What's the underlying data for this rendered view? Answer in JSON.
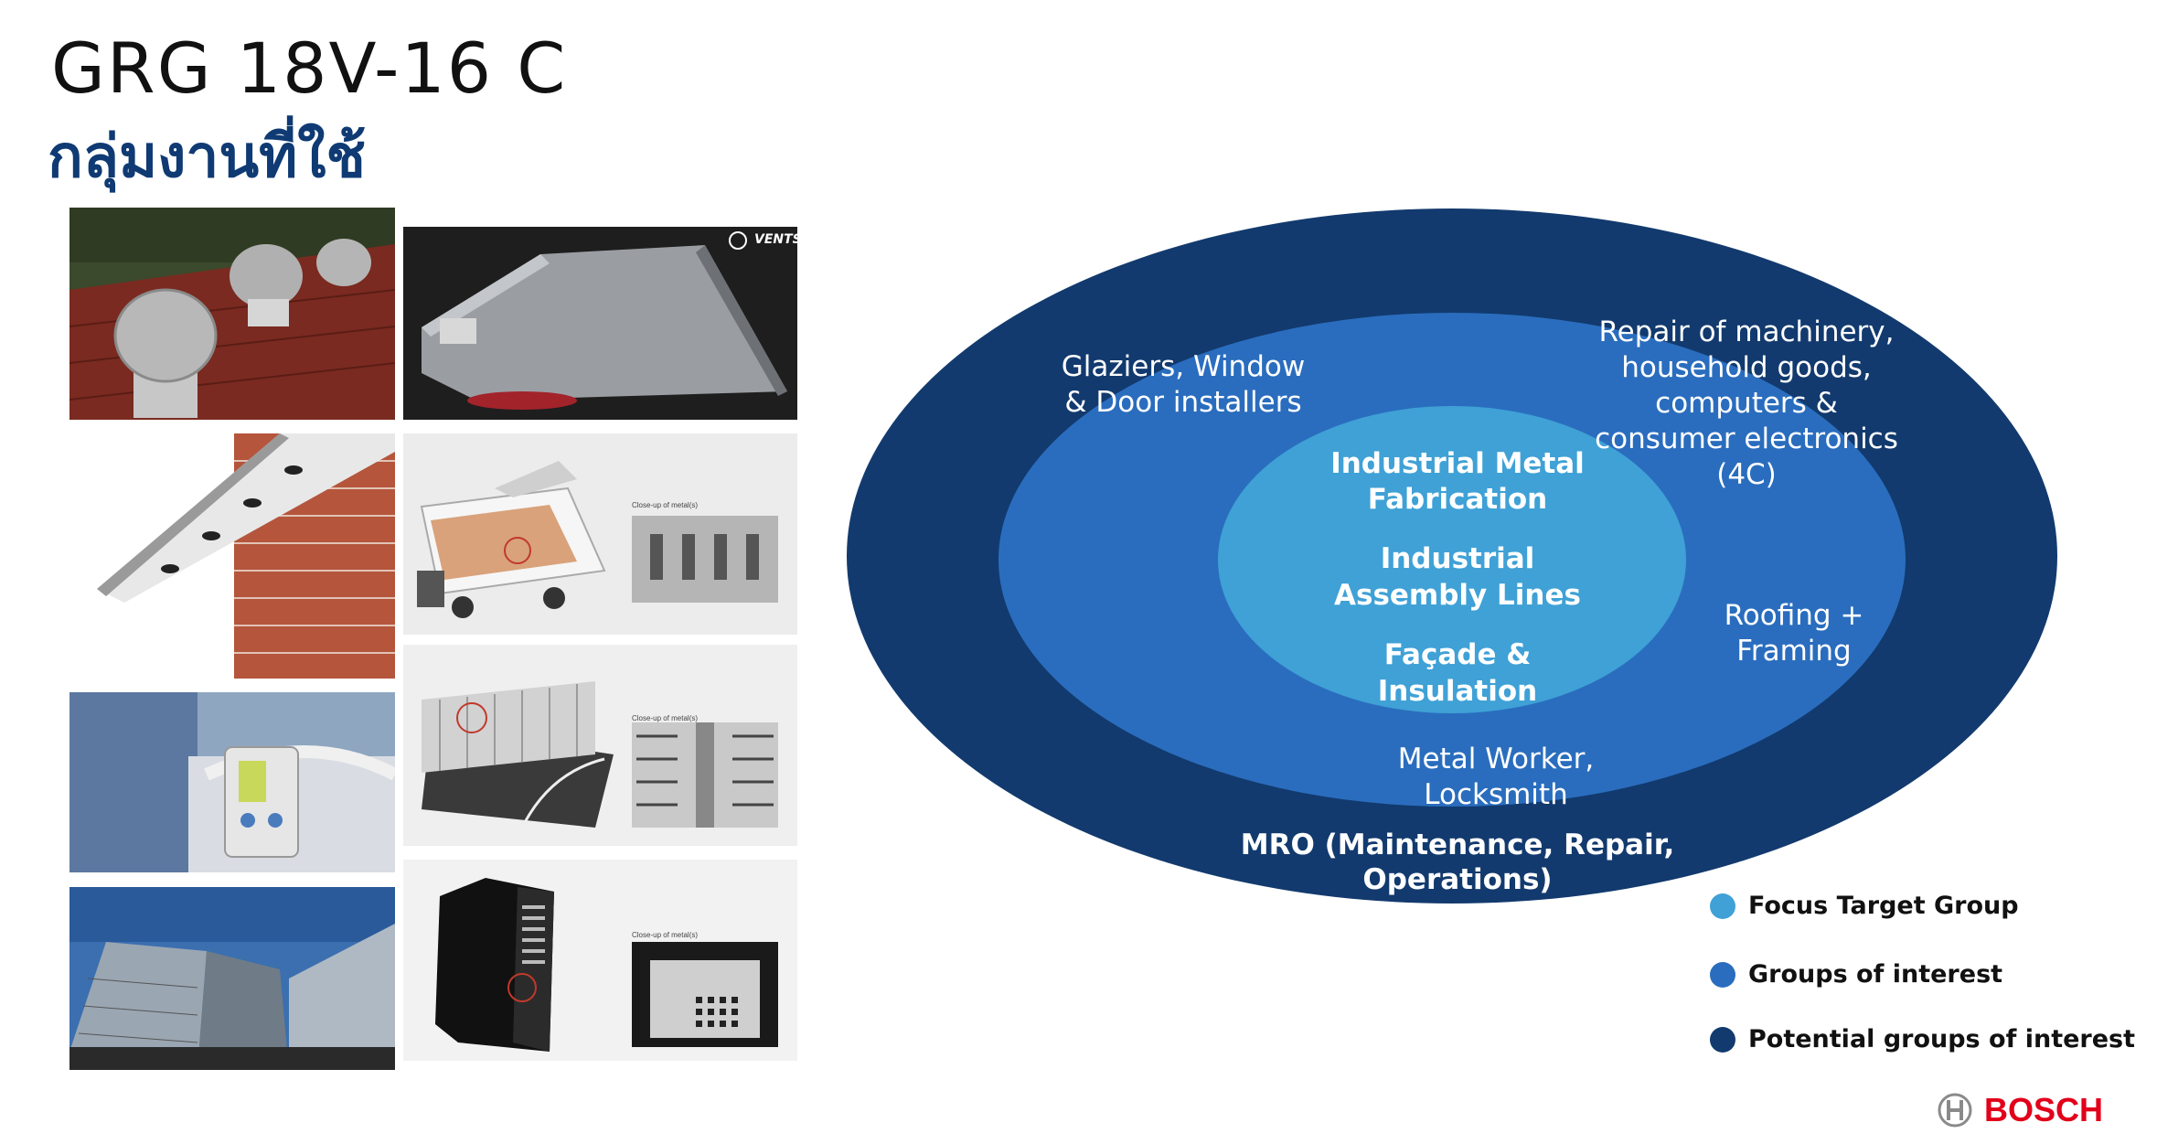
{
  "header": {
    "title": "GRG 18V-16 C",
    "subtitle": "กลุ่มงานที่ใช้"
  },
  "photos": {
    "vents_logo": "VENTS",
    "closeup_label": "Close-up of metal(s)"
  },
  "diagram": {
    "colors": {
      "outer": "#123a6e",
      "middle": "#2a6dbe",
      "inner": "#3fa1d6"
    },
    "inner_items": [
      [
        "Industrial Metal",
        "Fabrication"
      ],
      [
        "Industrial",
        "Assembly Lines"
      ],
      [
        "Façade &",
        "Insulation"
      ]
    ],
    "middle_items": {
      "glaziers": [
        "Glaziers, Window",
        "& Door installers"
      ],
      "repair": [
        "Repair of machinery,",
        "household goods,",
        "computers &",
        "consumer electronics",
        "(4C)"
      ],
      "roofing": [
        "Roofing +",
        "Framing"
      ],
      "metal_worker": [
        "Metal Worker,",
        "Locksmith"
      ]
    },
    "outer_items": {
      "mro": [
        "MRO (Maintenance, Repair,",
        "Operations)"
      ]
    }
  },
  "legend": [
    {
      "label": "Focus Target Group",
      "color": "#3fa1d6"
    },
    {
      "label": "Groups of interest",
      "color": "#2a6dbe"
    },
    {
      "label": "Potential groups of interest",
      "color": "#123a6e"
    }
  ],
  "brand": {
    "name": "BOSCH",
    "color": "#e2001a"
  }
}
